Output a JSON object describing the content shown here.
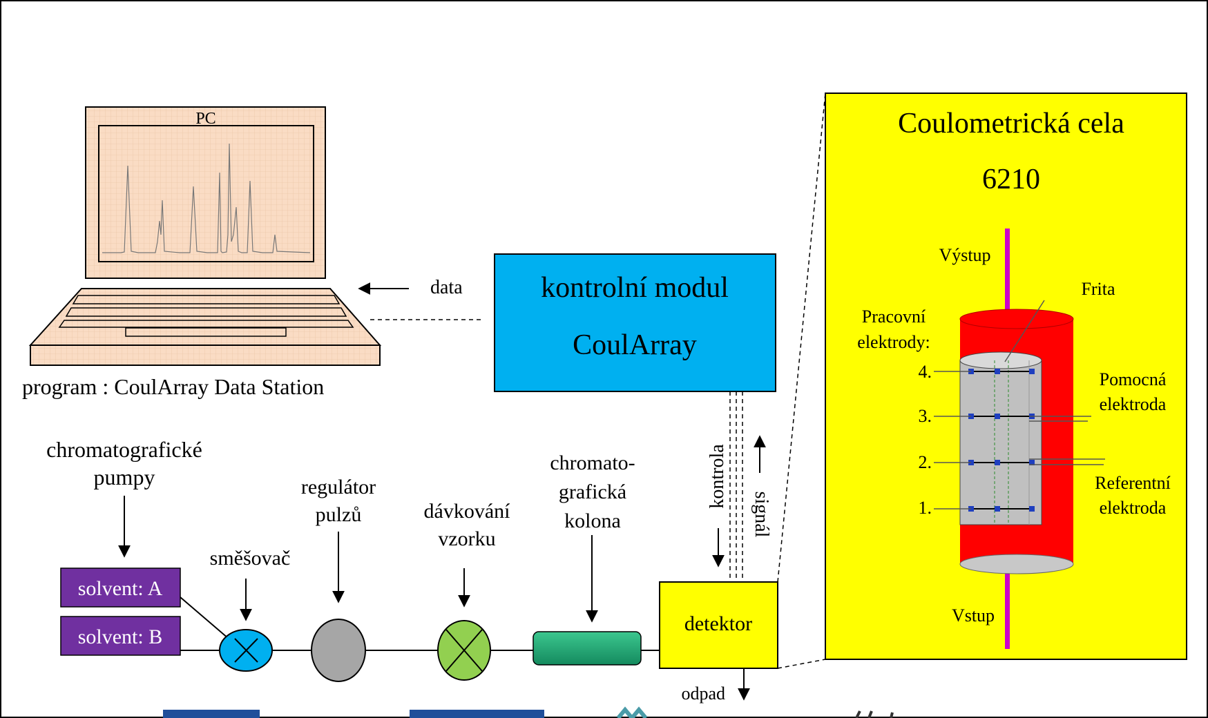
{
  "pc": {
    "title": "PC",
    "program_caption": "program : CoulArray Data Station"
  },
  "data_label": "data",
  "control_module": {
    "line1": "kontrolní modul",
    "line2": "CoulArray"
  },
  "pumps": {
    "heading_line1": "chromatografické",
    "heading_line2": "pumpy",
    "solvent_a": "solvent: A",
    "solvent_b": "solvent: B"
  },
  "mixer_label": "směšovač",
  "pulse_regulator": {
    "line1": "regulátor",
    "line2": "pulzů"
  },
  "sample_dosing": {
    "line1": "dávkování",
    "line2": "vzorku"
  },
  "column": {
    "line1": "chromato-",
    "line2": "grafická",
    "line3": "kolona"
  },
  "detector_label": "detektor",
  "control_label": "kontrola",
  "signal_label": "signál",
  "waste_label": "odpad",
  "cell": {
    "title": "Coulometrická cela",
    "model": "6210",
    "outlet": "Výstup",
    "inlet": "Vstup",
    "frit": "Frita",
    "working_line1": "Pracovní",
    "working_line2": "elektrody:",
    "aux_line1": "Pomocná",
    "aux_line2": "elektroda",
    "ref_line1": "Referentní",
    "ref_line2": "elektroda",
    "electrode_numbers": [
      "4.",
      "3.",
      "2.",
      "1."
    ]
  },
  "colors": {
    "screen_fill": "#fadcc4",
    "module_blue": "#00b0f0",
    "solvent_purple": "#7030a0",
    "mixer_blue": "#00b0f0",
    "regulator_gray": "#a6a6a6",
    "dosing_green": "#92d050",
    "column_green": "#1fa574",
    "detector_yellow": "#ffff00",
    "cell_red": "#ff0000",
    "cell_gray": "#c0c0c0",
    "tube_magenta": "#cc00cc"
  }
}
